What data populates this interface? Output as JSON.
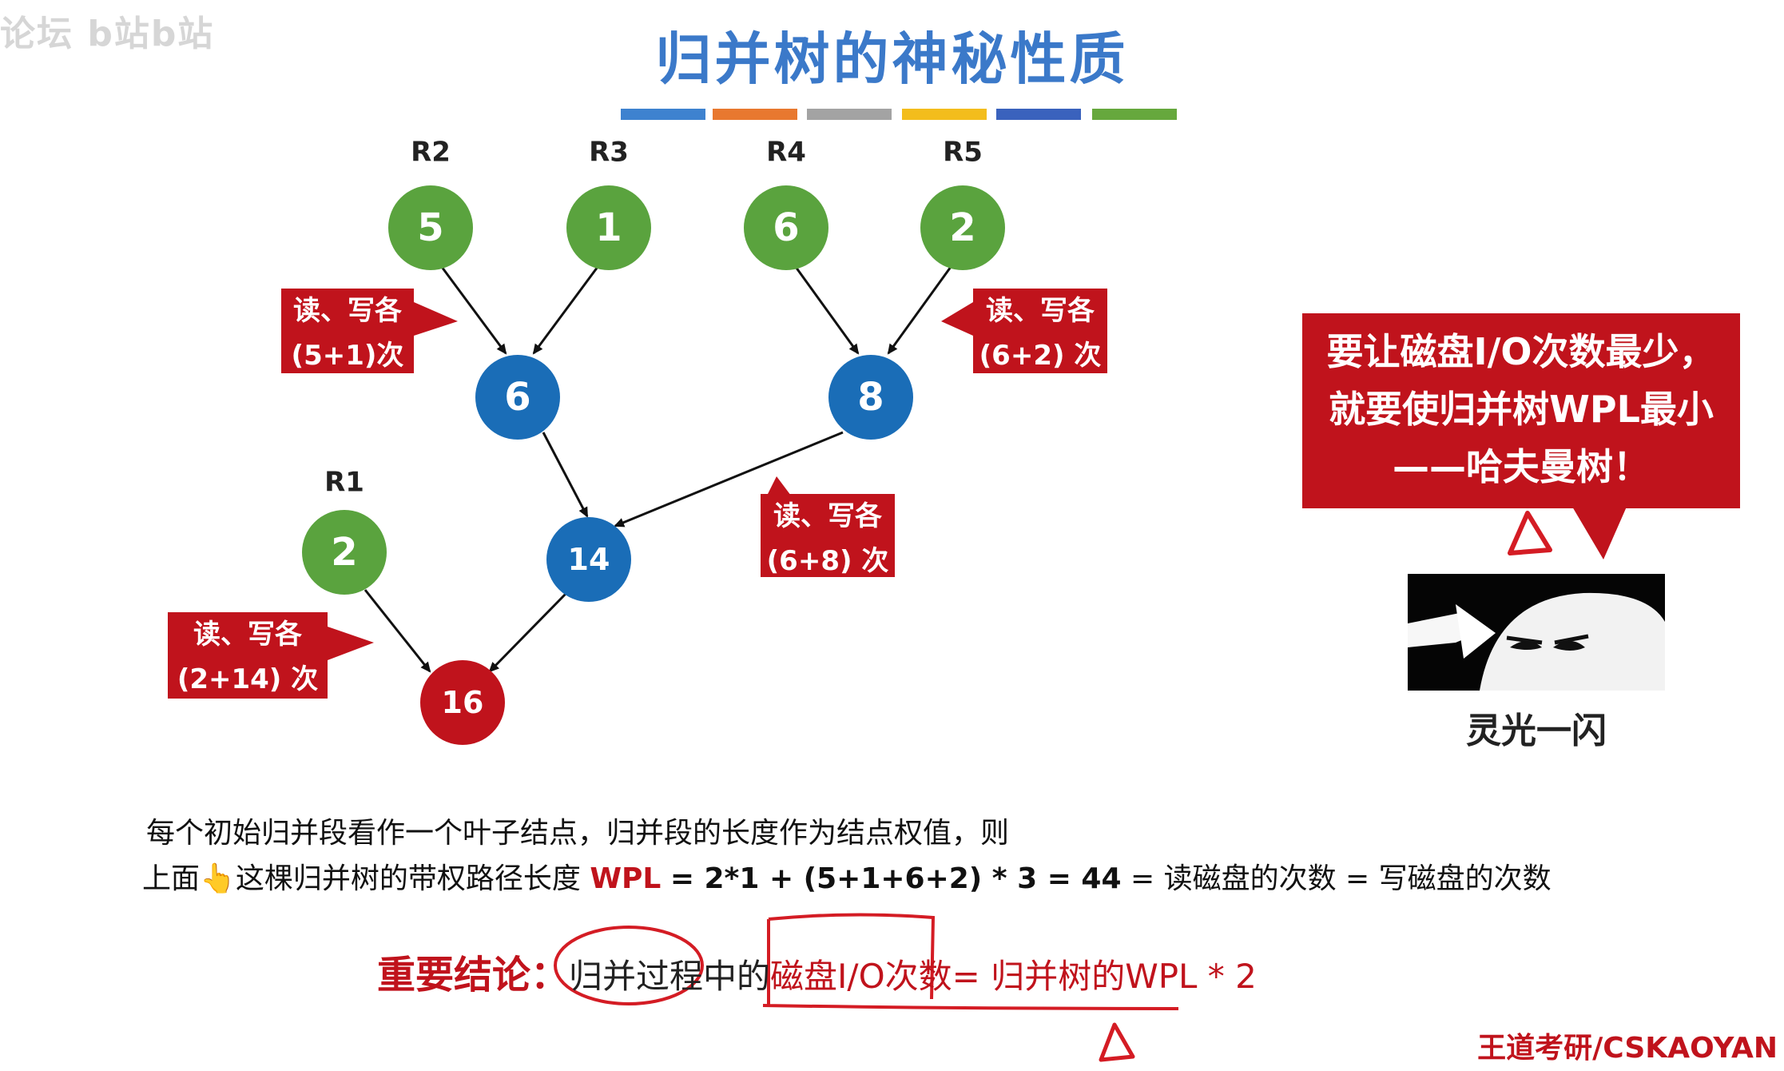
{
  "title": "归并树的神秘性质",
  "stripe_colors": [
    "#3e82cf",
    "#e8782f",
    "#a3a3a3",
    "#f3bd1c",
    "#3a62bd",
    "#66a83d"
  ],
  "runs": {
    "r1": "R1",
    "r2": "R2",
    "r3": "R3",
    "r4": "R4",
    "r5": "R5"
  },
  "nodes": {
    "r2_leaf": "5",
    "r3_leaf": "1",
    "r4_leaf": "6",
    "r5_leaf": "2",
    "r1_leaf": "2",
    "merge_a": "6",
    "merge_b": "8",
    "merge_c": "14",
    "root": "16"
  },
  "node_colors": {
    "leaf": "#5aa33e",
    "internal": "#1a6db7",
    "root": "#c0131c"
  },
  "callouts": {
    "a": {
      "line1": "读、写各",
      "line2": "(5+1)次"
    },
    "b": {
      "line1": "读、写各",
      "line2": "(6+2) 次"
    },
    "c": {
      "line1": "读、写各",
      "line2": "(6+8) 次"
    },
    "d": {
      "line1": "读、写各",
      "line2": "(2+14) 次"
    }
  },
  "big_callout": {
    "line1": "要让磁盘I/O次数最少，",
    "line2": "就要使归并树WPL最小",
    "line3": "——哈夫曼树！"
  },
  "flash_caption": "灵光一闪",
  "paragraph": {
    "line1": "每个初始归并段看作一个叶子结点，归并段的长度作为结点权值，则",
    "line2_prefix": "上面",
    "pointing_emoji": "👆",
    "line2_mid": "这棵归并树的带权路径长度",
    "wpl_label": "WPL",
    "equation": "=  2*1 + (5+1+6+2) * 3 =  44",
    "tail": "= 读磁盘的次数 = 写磁盘的次数"
  },
  "conclusion": {
    "label": "重要结论",
    "colon": "：",
    "part1": "归并过程中的",
    "part2": "磁盘I/O次数",
    "part3": "= 归并树的WPL * 2"
  },
  "footer": "王道考研/CSKAOYAN",
  "watermark": "论坛 b站b站"
}
